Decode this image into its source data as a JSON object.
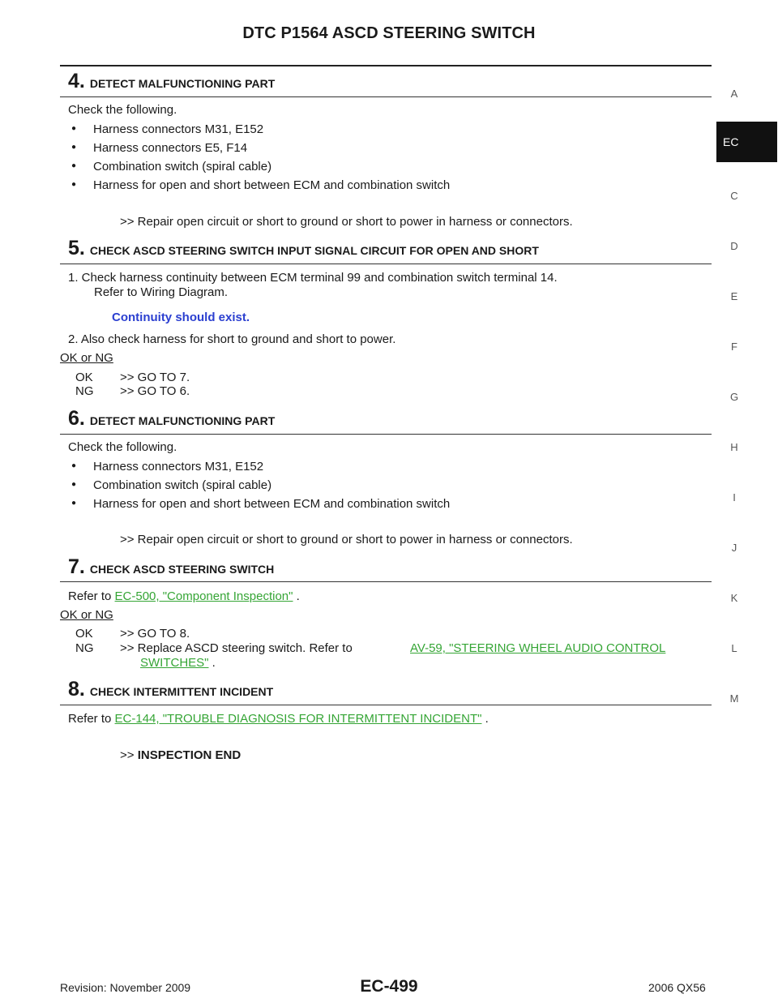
{
  "header": {
    "title": "DTC P1564 ASCD STEERING SWITCH"
  },
  "sidebar": {
    "letters": [
      "A",
      "EC",
      "C",
      "D",
      "E",
      "F",
      "G",
      "H",
      "I",
      "J",
      "K",
      "L",
      "M"
    ],
    "active": "EC"
  },
  "step4": {
    "num": "4.",
    "title": "DETECT MALFUNCTIONING PART",
    "intro": "Check the following.",
    "bullets": [
      "Harness connectors M31, E152",
      "Harness connectors E5, F14",
      "Combination switch (spiral cable)",
      "Harness for open and short between ECM and combination switch"
    ],
    "result": ">> Repair open circuit or short to ground or short to power in harness or connectors."
  },
  "step5": {
    "num": "5.",
    "title": "CHECK ASCD STEERING SWITCH INPUT SIGNAL CIRCUIT FOR OPEN AND SHORT",
    "item1": "1.  Check harness continuity between ECM terminal 99 and combination switch terminal 14.",
    "item1b": "Refer to Wiring Diagram.",
    "spec": "Continuity should exist.",
    "item2": "2.  Also check harness for short to ground and short to power.",
    "oknglabel": "OK or NG",
    "ok": "OK",
    "ok_text": ">> GO TO 7.",
    "ng": "NG",
    "ng_text": ">> GO TO 6."
  },
  "step6": {
    "num": "6.",
    "title": "DETECT MALFUNCTIONING PART",
    "intro": "Check the following.",
    "bullets": [
      "Harness connectors M31, E152",
      "Combination switch (spiral cable)",
      "Harness for open and short between ECM and combination switch"
    ],
    "result": ">> Repair open circuit or short to ground or short to power in harness or connectors."
  },
  "step7": {
    "num": "7.",
    "title": "CHECK ASCD STEERING SWITCH",
    "refer_prefix": "Refer to ",
    "refer_link": "EC-500, \"Component Inspection\"",
    "refer_suffix": " .",
    "oknglabel": "OK or NG",
    "ok": "OK",
    "ok_text": ">> GO TO 8.",
    "ng": "NG",
    "ng_text": ">> Replace  ASCD  steering  switch.  Refer  to",
    "ng_link1": "AV-59,  \"STEERING  WHEEL  AUDIO  CONTROL",
    "ng_link2": "SWITCHES\"",
    "ng_suffix": " ."
  },
  "step8": {
    "num": "8.",
    "title": "CHECK INTERMITTENT INCIDENT",
    "refer_prefix": "Refer to ",
    "refer_link": "EC-144, \"TROUBLE DIAGNOSIS FOR INTERMITTENT INCIDENT\"",
    "refer_suffix": " .",
    "end_prefix": ">> ",
    "end_text": "INSPECTION END"
  },
  "footer": {
    "revision": "Revision: November 2009",
    "page": "EC-499",
    "model": "2006 QX56"
  }
}
